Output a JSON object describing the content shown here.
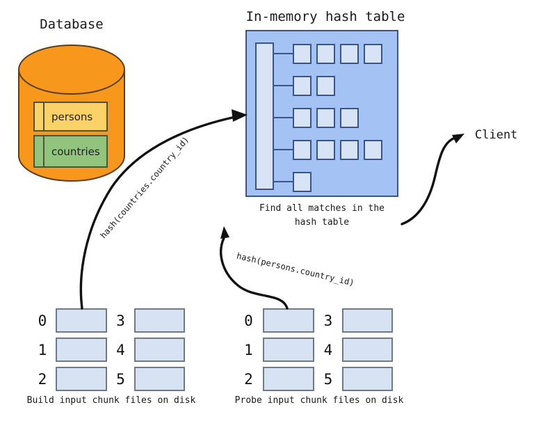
{
  "database": {
    "title": "Database",
    "cylinder_color": "#f7981d",
    "tables": [
      {
        "name": "persons",
        "fill": "#fbd267"
      },
      {
        "name": "countries",
        "fill": "#93c47d"
      }
    ]
  },
  "hash_table": {
    "title": "In-memory hash table",
    "caption": "Find all matches in the\nhash table",
    "bucket_chain_lengths": [
      4,
      2,
      3,
      4,
      1
    ],
    "colors": {
      "panel": "#a4c2f4",
      "cell": "#d8e3f6",
      "border": "#3c5383"
    }
  },
  "client": {
    "label": "Client"
  },
  "chunk_groups": [
    {
      "name": "build",
      "labels": [
        "0",
        "1",
        "2",
        "3",
        "4",
        "5"
      ],
      "caption": "Build input chunk files on disk"
    },
    {
      "name": "probe",
      "labels": [
        "0",
        "1",
        "2",
        "3",
        "4",
        "5"
      ],
      "caption": "Probe input chunk files on disk"
    }
  ],
  "arrows": {
    "build_label": "hash(countries.country_id)",
    "probe_label": "hash(persons.country_id)"
  }
}
